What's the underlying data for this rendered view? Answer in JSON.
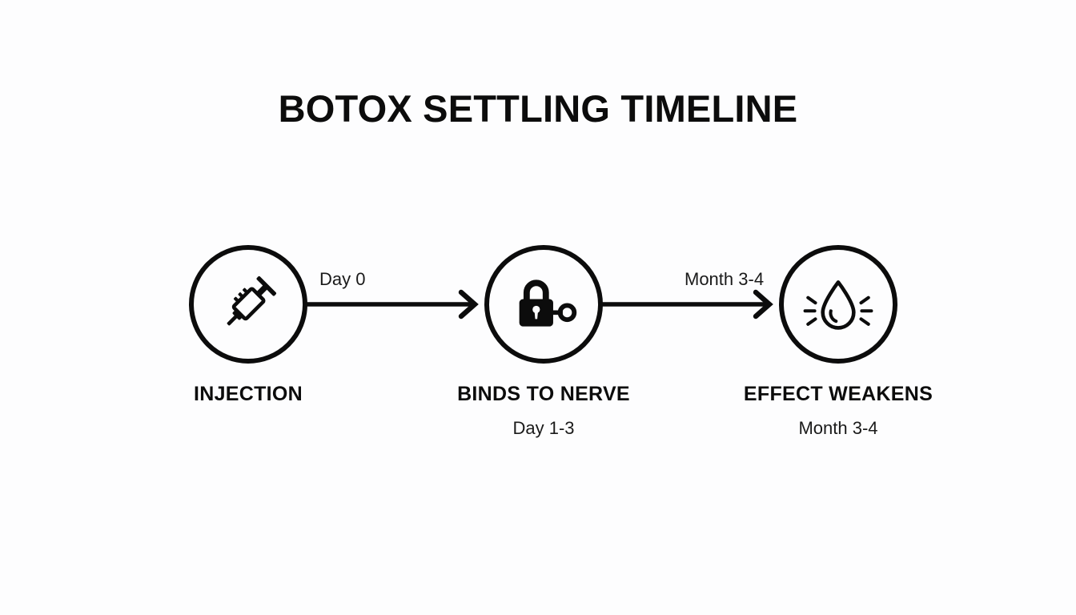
{
  "diagram": {
    "title": "BOTOX SETTLING TIMELINE",
    "type": "horizontal-process-flow",
    "background_color": "#fdfdfe",
    "ink_color": "#0c0c0c",
    "nodes": [
      {
        "icon": "syringe-icon",
        "label": "INJECTION",
        "sublabel": ""
      },
      {
        "icon": "lock-and-key-icon",
        "label": "BINDS TO NERVE",
        "sublabel": "Day 1-3"
      },
      {
        "icon": "water-droplet-rays-icon",
        "label": "EFFECT WEAKENS",
        "sublabel": "Month 3-4"
      }
    ],
    "connectors": [
      {
        "label": "Day 0",
        "direction": "right"
      },
      {
        "label": "Month 3-4",
        "direction": "right"
      }
    ]
  }
}
